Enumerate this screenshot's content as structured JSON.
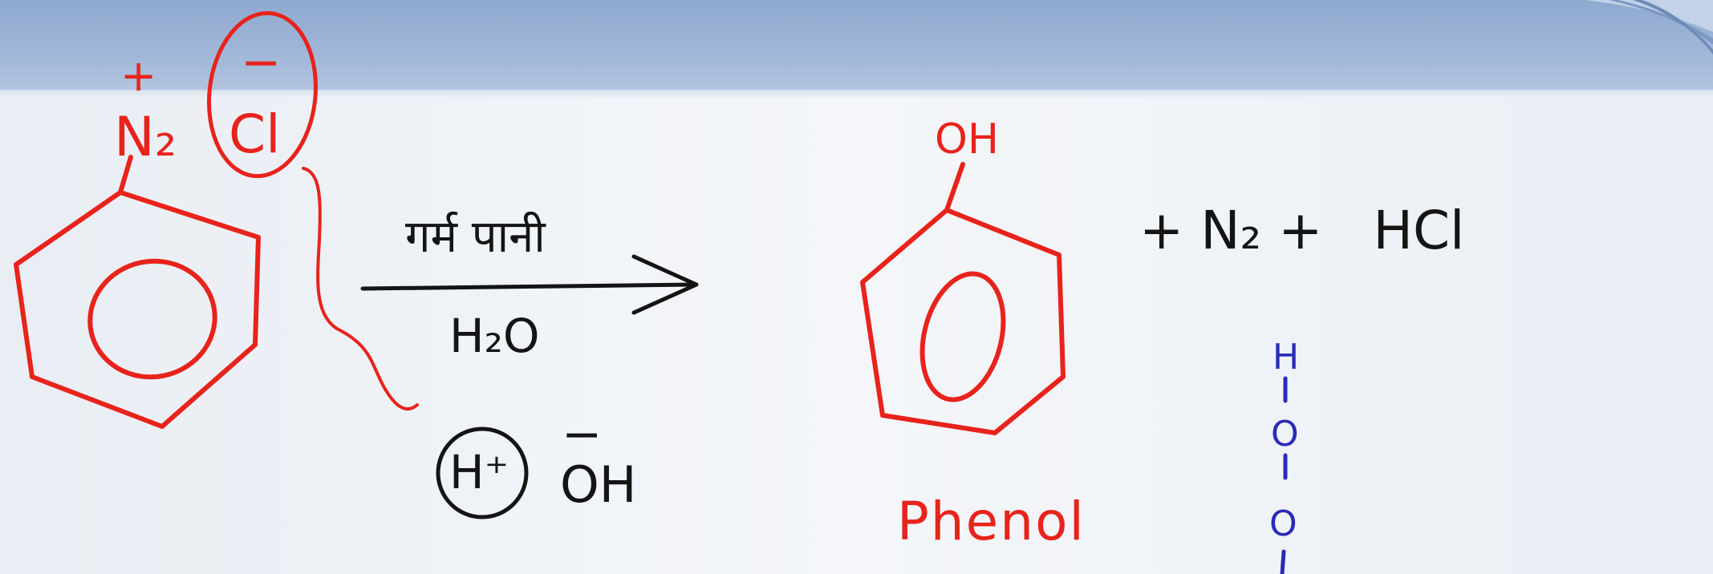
{
  "reactant": {
    "diazonium_charge": "+",
    "diazonium_group": "N₂",
    "counter_ion": "Cl",
    "counter_ion_charge": "−"
  },
  "reaction_arrow": {
    "above_label": "गर्म पानी",
    "below_label": "H₂O"
  },
  "water_ions": {
    "proton": "H⁺",
    "hydroxide": "OH",
    "hydroxide_charge": "−"
  },
  "product": {
    "substituent": "OH",
    "name": "Phenol"
  },
  "byproducts": {
    "text": "+ N₂ +   HCl"
  },
  "side_note": {
    "atoms": [
      "H",
      "O",
      "O"
    ]
  },
  "colors": {
    "red_ink": "#e8231c",
    "black_ink": "#141414",
    "blue_ink": "#2b2ab8",
    "header_band": "#9fb6d8"
  }
}
